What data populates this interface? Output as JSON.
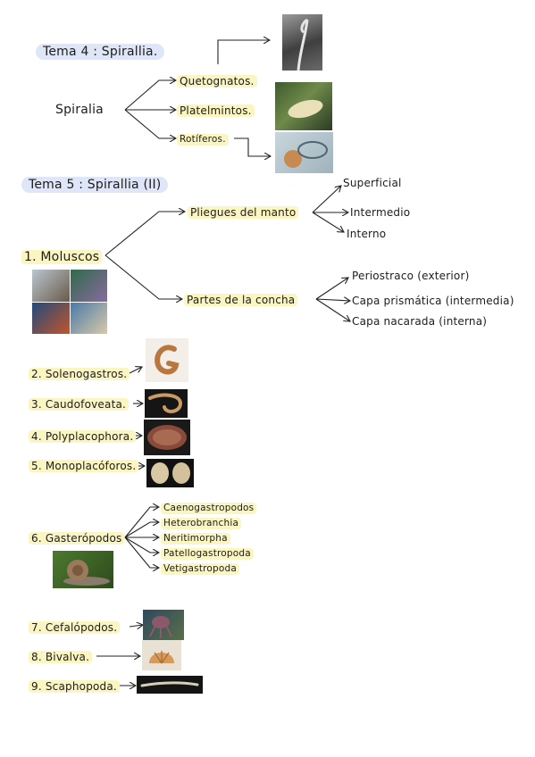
{
  "tema4": {
    "title": "Tema 4 : Spirallia.",
    "root": "Spiralia",
    "branches": [
      "Quetognatos.",
      "Platelmintos.",
      "Rotíferos."
    ]
  },
  "tema5": {
    "title": "Tema 5 : Spirallia (II)",
    "molluscs": {
      "label": "1. Moluscos",
      "pliegues": {
        "label": "Pliegues del manto",
        "items": [
          "Superficial",
          "Intermedio",
          "Interno"
        ]
      },
      "concha": {
        "label": "Partes de la concha",
        "items": [
          "Periostraco (exterior)",
          "Capa prismática (intermedia)",
          "Capa nacarada (interna)"
        ]
      }
    },
    "classes": [
      "2. Solenogastros.",
      "3. Caudofoveata.",
      "4. Polyplacophora.",
      "5. Monoplacóforos."
    ],
    "gasteropodos": {
      "label": "6. Gasterópodos",
      "items": [
        "Caenogastropodos",
        "Heterobranchia",
        "Neritimorpha",
        "Patellogastropoda",
        "Vetigastropoda"
      ]
    },
    "others": [
      "7. Cefalópodos.",
      "8. Bivalva.",
      "9. Scaphopoda."
    ]
  },
  "colors": {
    "highlight_yellow": "#fbf5c2",
    "highlight_blue": "#dfe6f7",
    "ink": "#1c1c1c"
  }
}
